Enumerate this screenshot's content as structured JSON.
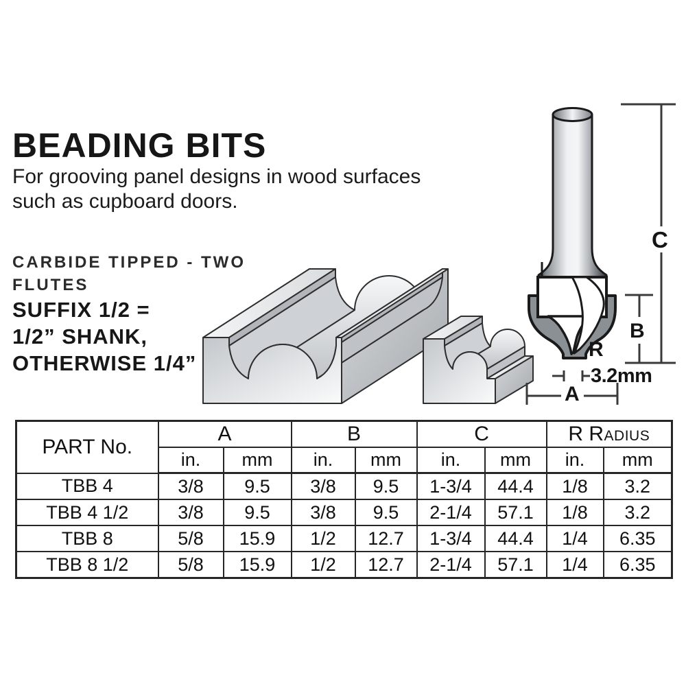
{
  "page": {
    "title": "BEADING BITS",
    "description_line1": "For grooving panel designs in wood surfaces",
    "description_line2": "such as cupboard doors.",
    "spec_line1": "CARBIDE TIPPED - TWO",
    "spec_line2": "FLUTES",
    "suffix_line1": "SUFFIX 1/2 =",
    "suffix_line2": "1/2” SHANK,",
    "suffix_line3": "OTHERWISE 1/4”"
  },
  "diagram": {
    "dim_c_label": "C",
    "dim_b_label": "B",
    "dim_r_label": "R",
    "dim_a_label": "A",
    "tip_width_label": "3.2mm"
  },
  "table": {
    "part_col_header": "PART No.",
    "unit_in": "in.",
    "unit_mm": "mm",
    "groups": [
      {
        "label": "A"
      },
      {
        "label": "B"
      },
      {
        "label": "C"
      },
      {
        "label": "R",
        "sublabel": "Radius"
      }
    ],
    "rows": [
      {
        "part": "TBB 4",
        "a_in": "3/8",
        "a_mm": "9.5",
        "b_in": "3/8",
        "b_mm": "9.5",
        "c_in": "1-3/4",
        "c_mm": "44.4",
        "r_in": "1/8",
        "r_mm": "3.2"
      },
      {
        "part": "TBB 4 1/2",
        "a_in": "3/8",
        "a_mm": "9.5",
        "b_in": "3/8",
        "b_mm": "9.5",
        "c_in": "2-1/4",
        "c_mm": "57.1",
        "r_in": "1/8",
        "r_mm": "3.2"
      },
      {
        "part": "TBB 8",
        "a_in": "5/8",
        "a_mm": "15.9",
        "b_in": "1/2",
        "b_mm": "12.7",
        "c_in": "1-3/4",
        "c_mm": "44.4",
        "r_in": "1/4",
        "r_mm": "6.35"
      },
      {
        "part": "TBB 8 1/2",
        "a_in": "5/8",
        "a_mm": "15.9",
        "b_in": "1/2",
        "b_mm": "12.7",
        "c_in": "2-1/4",
        "c_mm": "57.1",
        "r_in": "1/4",
        "r_mm": "6.35"
      }
    ]
  },
  "colors": {
    "ink": "#1d1d1d",
    "line": "#3a3a3a",
    "table-border": "#262626",
    "carbide": "#8b9095"
  }
}
